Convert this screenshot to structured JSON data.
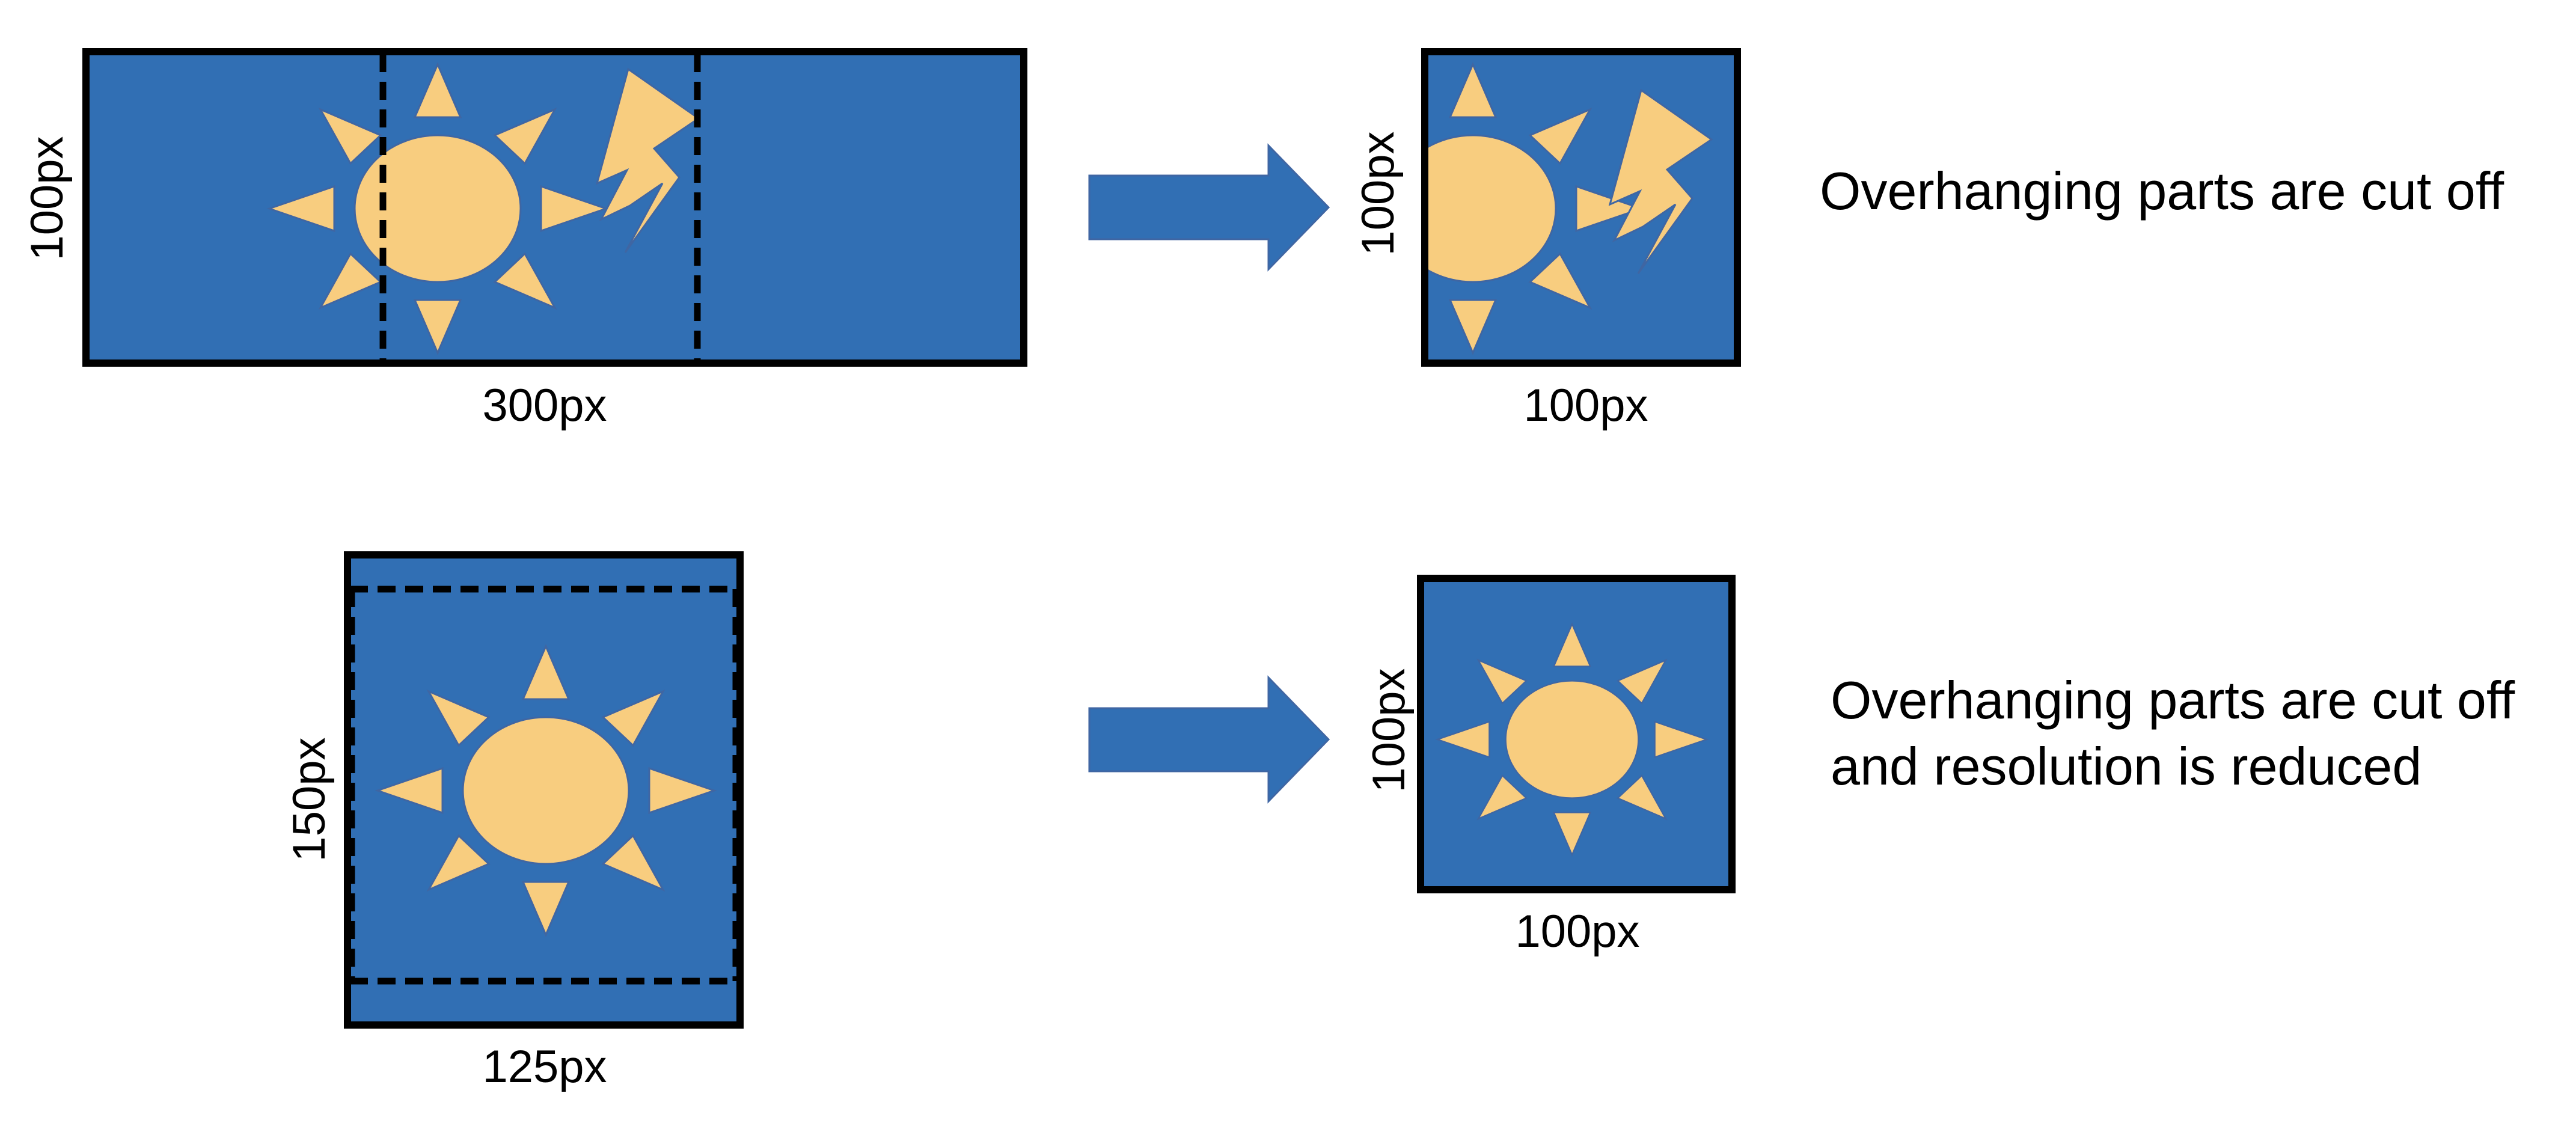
{
  "colors": {
    "background": "#ffffff",
    "panel": "#316fb4",
    "sun": "#f8cd7f",
    "sun_outline": "#3f66a3",
    "border": "#000000",
    "arrow": "#316fb4"
  },
  "row1": {
    "source": {
      "width_label": "300px",
      "height_label": "100px",
      "icons": [
        "sun-icon",
        "lightning-icon"
      ]
    },
    "arrow": "right-arrow-icon",
    "result": {
      "width_label": "100px",
      "height_label": "100px"
    },
    "caption": [
      "Overhanging parts are cut off"
    ]
  },
  "row2": {
    "source": {
      "width_label": "125px",
      "height_label": "150px",
      "icons": [
        "sun-icon"
      ]
    },
    "arrow": "right-arrow-icon",
    "result": {
      "width_label": "100px",
      "height_label": "100px"
    },
    "caption": [
      "Overhanging parts are cut off",
      "and resolution is reduced"
    ]
  }
}
